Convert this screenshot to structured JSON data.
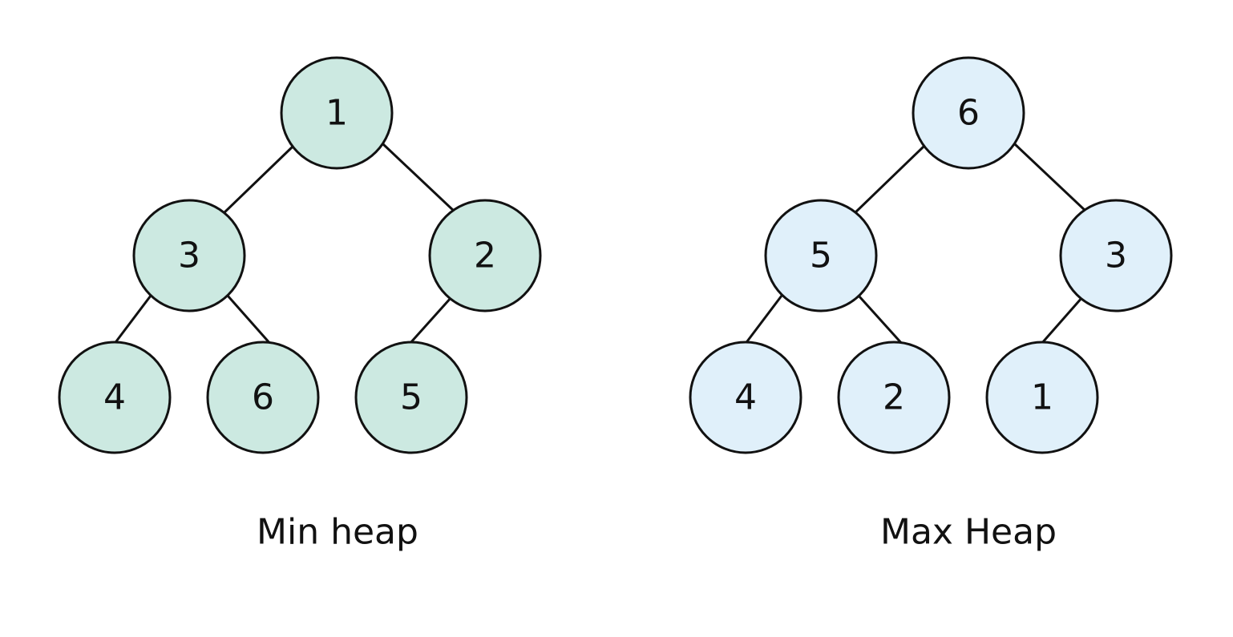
{
  "colors": {
    "min_heap_fill": "#cce9e1",
    "max_heap_fill": "#e0f0fa",
    "stroke": "#111111"
  },
  "min_heap": {
    "caption": "Min heap",
    "nodes": [
      "1",
      "3",
      "2",
      "4",
      "6",
      "5"
    ]
  },
  "max_heap": {
    "caption": "Max Heap",
    "nodes": [
      "6",
      "5",
      "3",
      "4",
      "2",
      "1"
    ]
  }
}
